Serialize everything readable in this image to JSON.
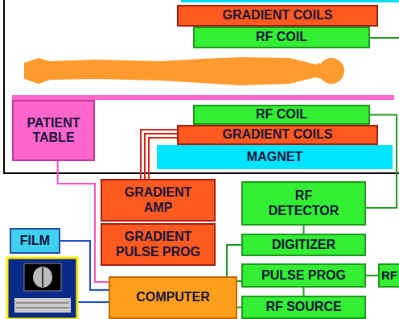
{
  "diagram": {
    "nodes": [
      {
        "text": [
          "GRADIENT COILS"
        ]
      },
      {
        "text": [
          "RF COIL"
        ]
      },
      {
        "text": [
          "PATIENT TABLE"
        ]
      },
      {
        "text": [
          "RF COIL"
        ]
      },
      {
        "text": [
          "GRADIENT COILS"
        ]
      },
      {
        "text": [
          "MAGNET"
        ]
      },
      {
        "text": [
          "GRADIENT AMP"
        ]
      },
      {
        "text": [
          "RF DETECTOR"
        ]
      },
      {
        "text": [
          "GRADIENT PULSE PROG"
        ]
      },
      {
        "text": [
          "DIGITIZER"
        ]
      },
      {
        "text": [
          "FILM"
        ]
      },
      {
        "text": [
          "PULSE PROG"
        ]
      },
      {
        "text": [
          "RF"
        ]
      },
      {
        "text": [
          "COMPUTER"
        ]
      },
      {
        "text": [
          "RF SOURCE"
        ]
      }
    ],
    "edges": [
      {
        "from": 2,
        "to": 13,
        "arrow": "none"
      },
      {
        "from": 6,
        "to": 4,
        "arrow": "none"
      },
      {
        "from": 7,
        "to": 3,
        "arrow": "none"
      },
      {
        "from": 7,
        "to": 9,
        "arrow": "none"
      },
      {
        "from": 9,
        "to": 13,
        "arrow": "none"
      },
      {
        "from": 13,
        "to": 11,
        "arrow": "none"
      },
      {
        "from": 11,
        "to": 12,
        "arrow": "none"
      },
      {
        "from": 11,
        "to": 14,
        "arrow": "none"
      },
      {
        "from": 13,
        "to": 14,
        "arrow": "none"
      },
      {
        "from": 10,
        "to": 13,
        "arrow": "none"
      }
    ]
  }
}
